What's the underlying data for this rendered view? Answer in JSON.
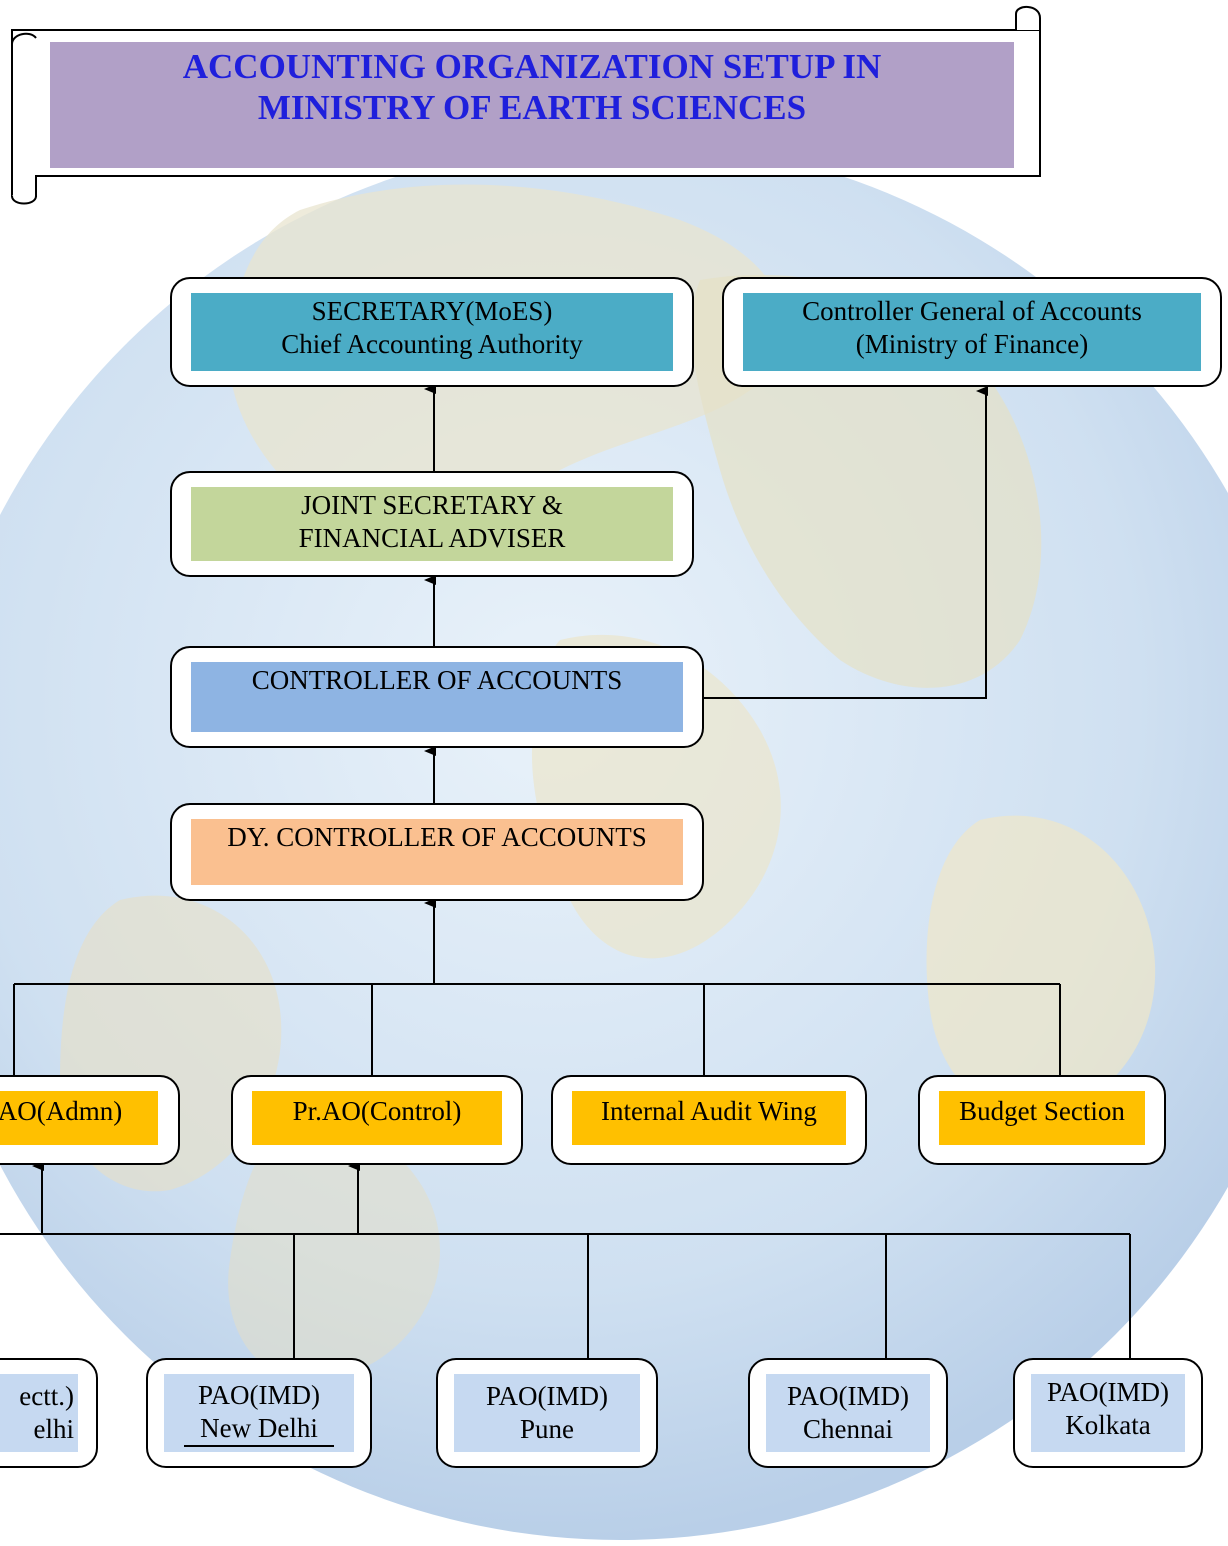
{
  "title": {
    "line1": "ACCOUNTING ORGANIZATION SETUP IN",
    "line2": "MINISTRY OF EARTH SCIENCES"
  },
  "nodes": {
    "secretary": {
      "line1": "SECRETARY(MoES)",
      "line2": "Chief Accounting Authority"
    },
    "cga": {
      "line1": "Controller General of Accounts",
      "line2": "(Ministry of Finance)"
    },
    "jsfa": {
      "line1": "JOINT SECRETARY &",
      "line2": "FINANCIAL ADVISER"
    },
    "ca": {
      "label": "CONTROLLER OF ACCOUNTS"
    },
    "dyca": {
      "label": "DY. CONTROLLER OF ACCOUNTS"
    },
    "admn": {
      "label": "AO(Admn)"
    },
    "control": {
      "label": "Pr.AO(Control)"
    },
    "audit": {
      "label": "Internal Audit Wing"
    },
    "budget": {
      "label": "Budget Section"
    },
    "pao_sectt": {
      "line1": "ectt.)",
      "line2": "elhi"
    },
    "pao_newdelhi": {
      "line1": "PAO(IMD)",
      "line2": "New Delhi"
    },
    "pao_pune": {
      "line1": "PAO(IMD)",
      "line2": "Pune"
    },
    "pao_chennai": {
      "line1": "PAO(IMD)",
      "line2": "Chennai"
    },
    "pao_kolkata": {
      "line1": "PAO(IMD)",
      "line2": "Kolkata"
    }
  },
  "colors": {
    "title_panel": "#b1a0c7",
    "title_text": "#1f1fdc",
    "secretary_fill": "#4bacc6",
    "jsfa_fill": "#c3d69b",
    "ca_fill": "#8eb4e3",
    "dyca_fill": "#fac090",
    "section_fill": "#ffc000",
    "pao_fill": "#c6d9f1"
  }
}
